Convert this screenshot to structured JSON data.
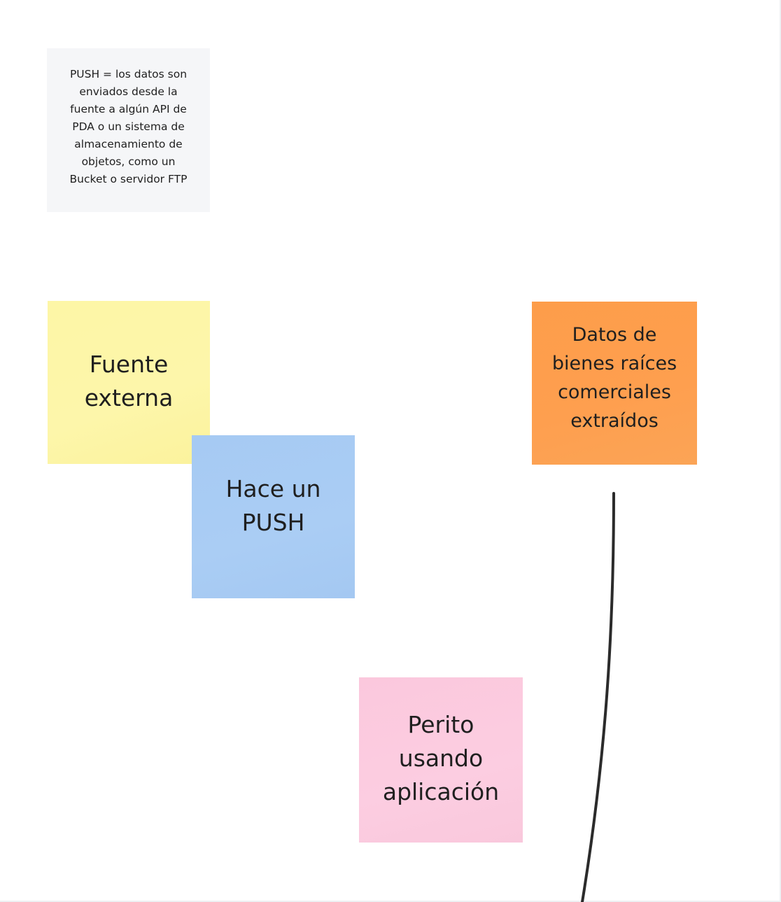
{
  "board": {
    "background_color": "#ffffff"
  },
  "notes": {
    "definition": {
      "text": "PUSH = los datos son\nenviados desde la\nfuente a algún API de\nPDA o un sistema de\nalmacenamiento de\nobjetos, como un\nBucket o servidor FTP",
      "color": "#f5f6f8"
    },
    "source": {
      "text": "Fuente\nexterna",
      "color": "#fdf6a6"
    },
    "action": {
      "text": "Hace un\nPUSH",
      "color": "#a6caf3"
    },
    "data": {
      "text": "Datos de\nbienes raíces\ncomerciales\nextraídos",
      "color": "#fd9d4a"
    },
    "user": {
      "text": "Perito\nusando\naplicación",
      "color": "#fbc8dd"
    }
  },
  "connector": {
    "color": "#2b2b2b"
  }
}
